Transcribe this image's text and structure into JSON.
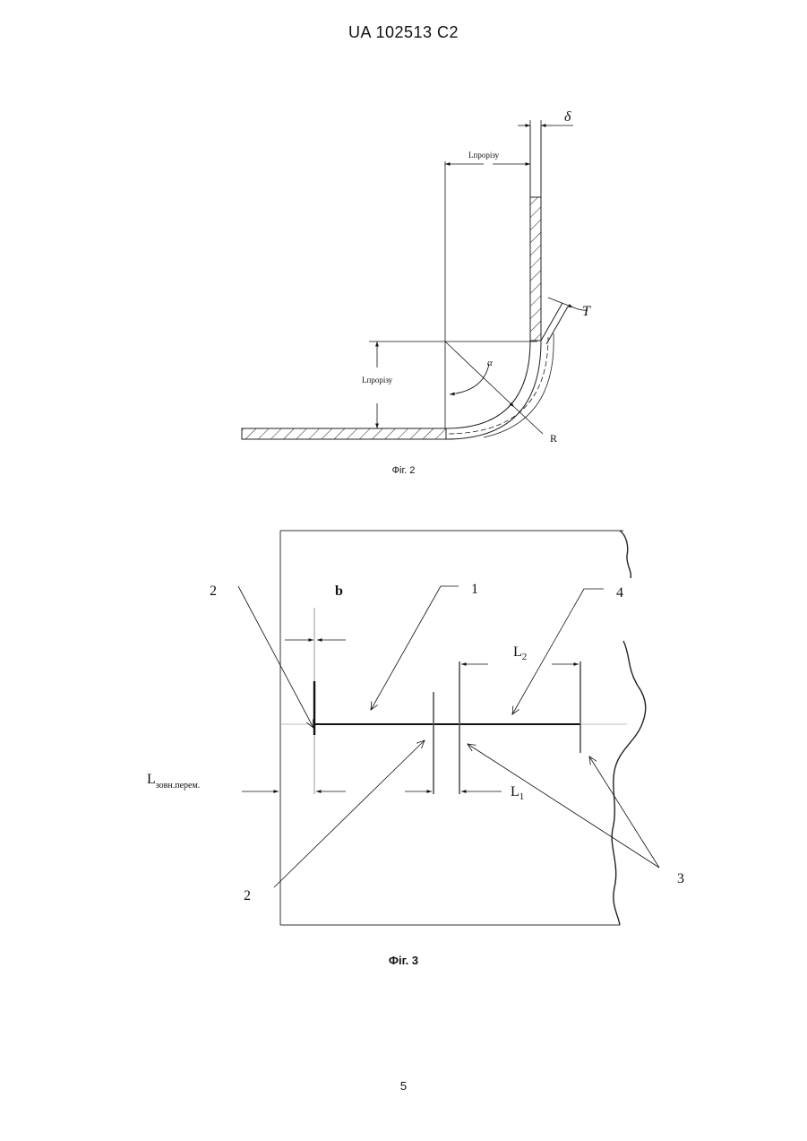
{
  "header": {
    "patent_number": "UA   102513   C2"
  },
  "fig2": {
    "caption": "Фіг. 2",
    "label_delta": "δ",
    "label_l_top": "Lпрорізу",
    "label_l_left": "Lпрорізу",
    "label_t": "T",
    "label_alpha": "α",
    "label_r": "R"
  },
  "fig3": {
    "caption": "Фіг. 3",
    "label_b": "b",
    "label_1": "1",
    "label_2_top": "2",
    "label_2_bottom": "2",
    "label_3": "3",
    "label_4": "4",
    "label_l_main": "L",
    "label_l_sub": "зовн.перем.",
    "label_l1_main": "L",
    "label_l1_sub": "1",
    "label_l2_main": "L",
    "label_l2_sub": "2"
  },
  "footer": {
    "page_number": "5"
  }
}
